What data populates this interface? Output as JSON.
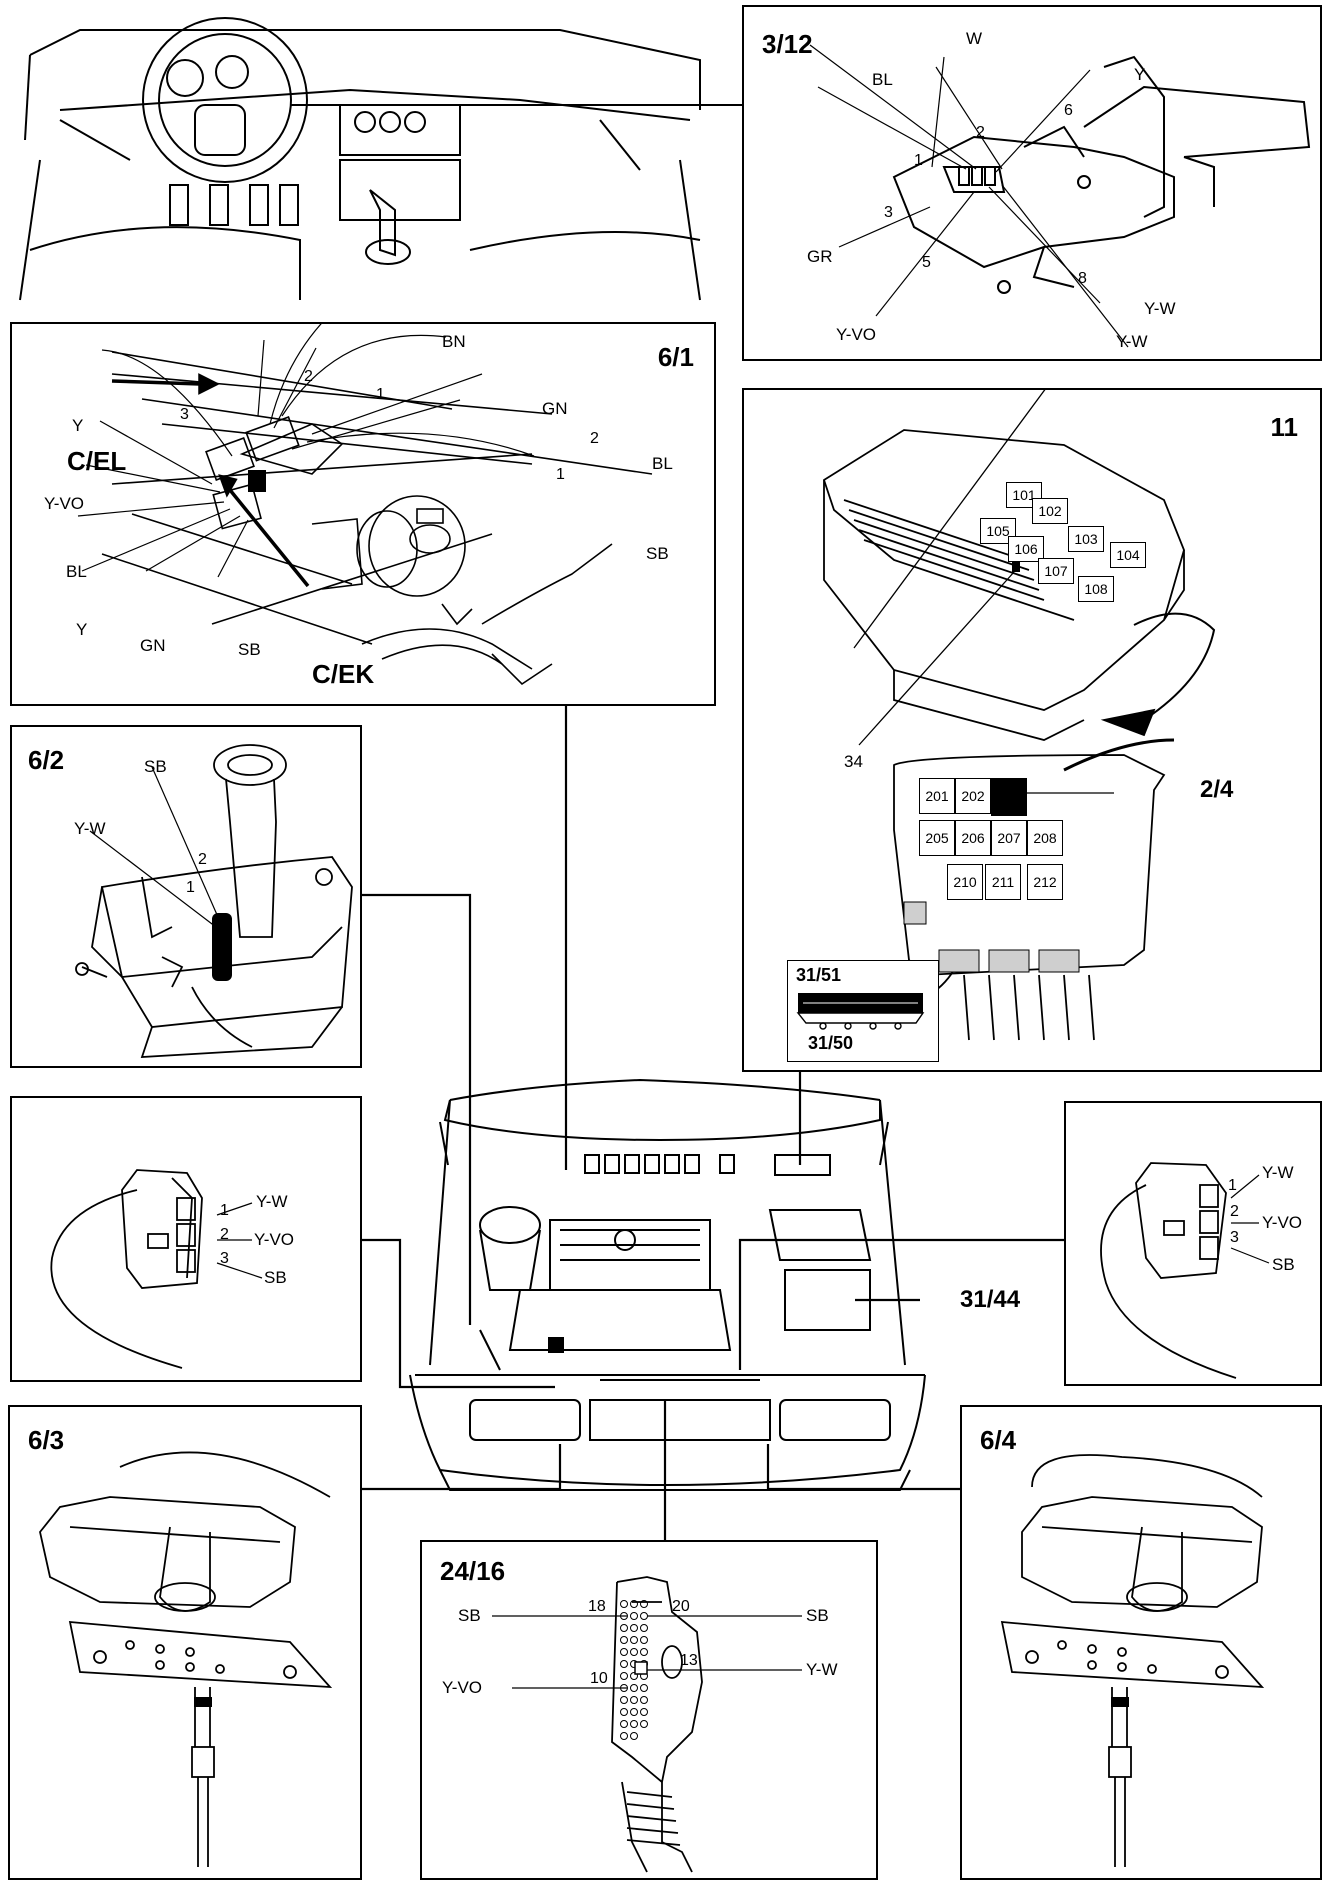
{
  "panels": {
    "p3_12": {
      "id": "3/12",
      "wires": {
        "w": "W",
        "bl": "BL",
        "y": "Y",
        "gr": "GR",
        "yvo": "Y-VO",
        "yw1": "Y-W",
        "yw2": "Y-W"
      },
      "pins": {
        "p1": "1",
        "p2": "2",
        "p3": "3",
        "p5": "5",
        "p6": "6",
        "p8": "8"
      }
    },
    "p6_1": {
      "id": "6/1",
      "wires": {
        "bn": "BN",
        "gn1": "GN",
        "bl1": "BL",
        "sb1": "SB",
        "y1": "Y",
        "yvo": "Y-VO",
        "bl2": "BL",
        "y2": "Y",
        "gn2": "GN",
        "sb2": "SB"
      },
      "pins": {
        "p2a": "2",
        "p1a": "1",
        "p3": "3",
        "p2b": "2",
        "p1b": "1"
      },
      "connectors": {
        "cel": "C/EL",
        "cek": "C/EK"
      }
    },
    "p11": {
      "id": "11",
      "relays_top": [
        "101",
        "102",
        "105",
        "106",
        "103",
        "107",
        "104",
        "108"
      ],
      "relays_bottom": [
        "201",
        "202",
        "205",
        "206",
        "207",
        "208",
        "210",
        "211",
        "212"
      ],
      "fuse_label": "34",
      "relay_marker": "2/4",
      "connector_top": "31/51",
      "connector_bottom": "31/50"
    },
    "p6_2": {
      "id": "6/2",
      "wires": {
        "sb": "SB",
        "yw": "Y-W"
      },
      "pins": {
        "p2": "2",
        "p1": "1"
      }
    },
    "p_left_conn": {
      "wires": {
        "yw": "Y-W",
        "yvo": "Y-VO",
        "sb": "SB"
      },
      "pins": {
        "p1": "1",
        "p2": "2",
        "p3": "3"
      }
    },
    "p_right_conn": {
      "wires": {
        "yw": "Y-W",
        "yvo": "Y-VO",
        "sb": "SB"
      },
      "pins": {
        "p1": "1",
        "p2": "2",
        "p3": "3"
      }
    },
    "engine": {
      "marker": "31/44"
    },
    "p6_3": {
      "id": "6/3"
    },
    "p6_4": {
      "id": "6/4"
    },
    "p24_16": {
      "id": "24/16",
      "rows": [
        {
          "left_wire": "SB",
          "left_pin": "18",
          "right_pin": "20",
          "right_wire": "SB"
        },
        {
          "left_wire": "",
          "left_pin": "",
          "right_pin": "13",
          "right_wire": "Y-W"
        },
        {
          "left_wire": "Y-VO",
          "left_pin": "10",
          "right_pin": "",
          "right_wire": ""
        }
      ]
    }
  }
}
